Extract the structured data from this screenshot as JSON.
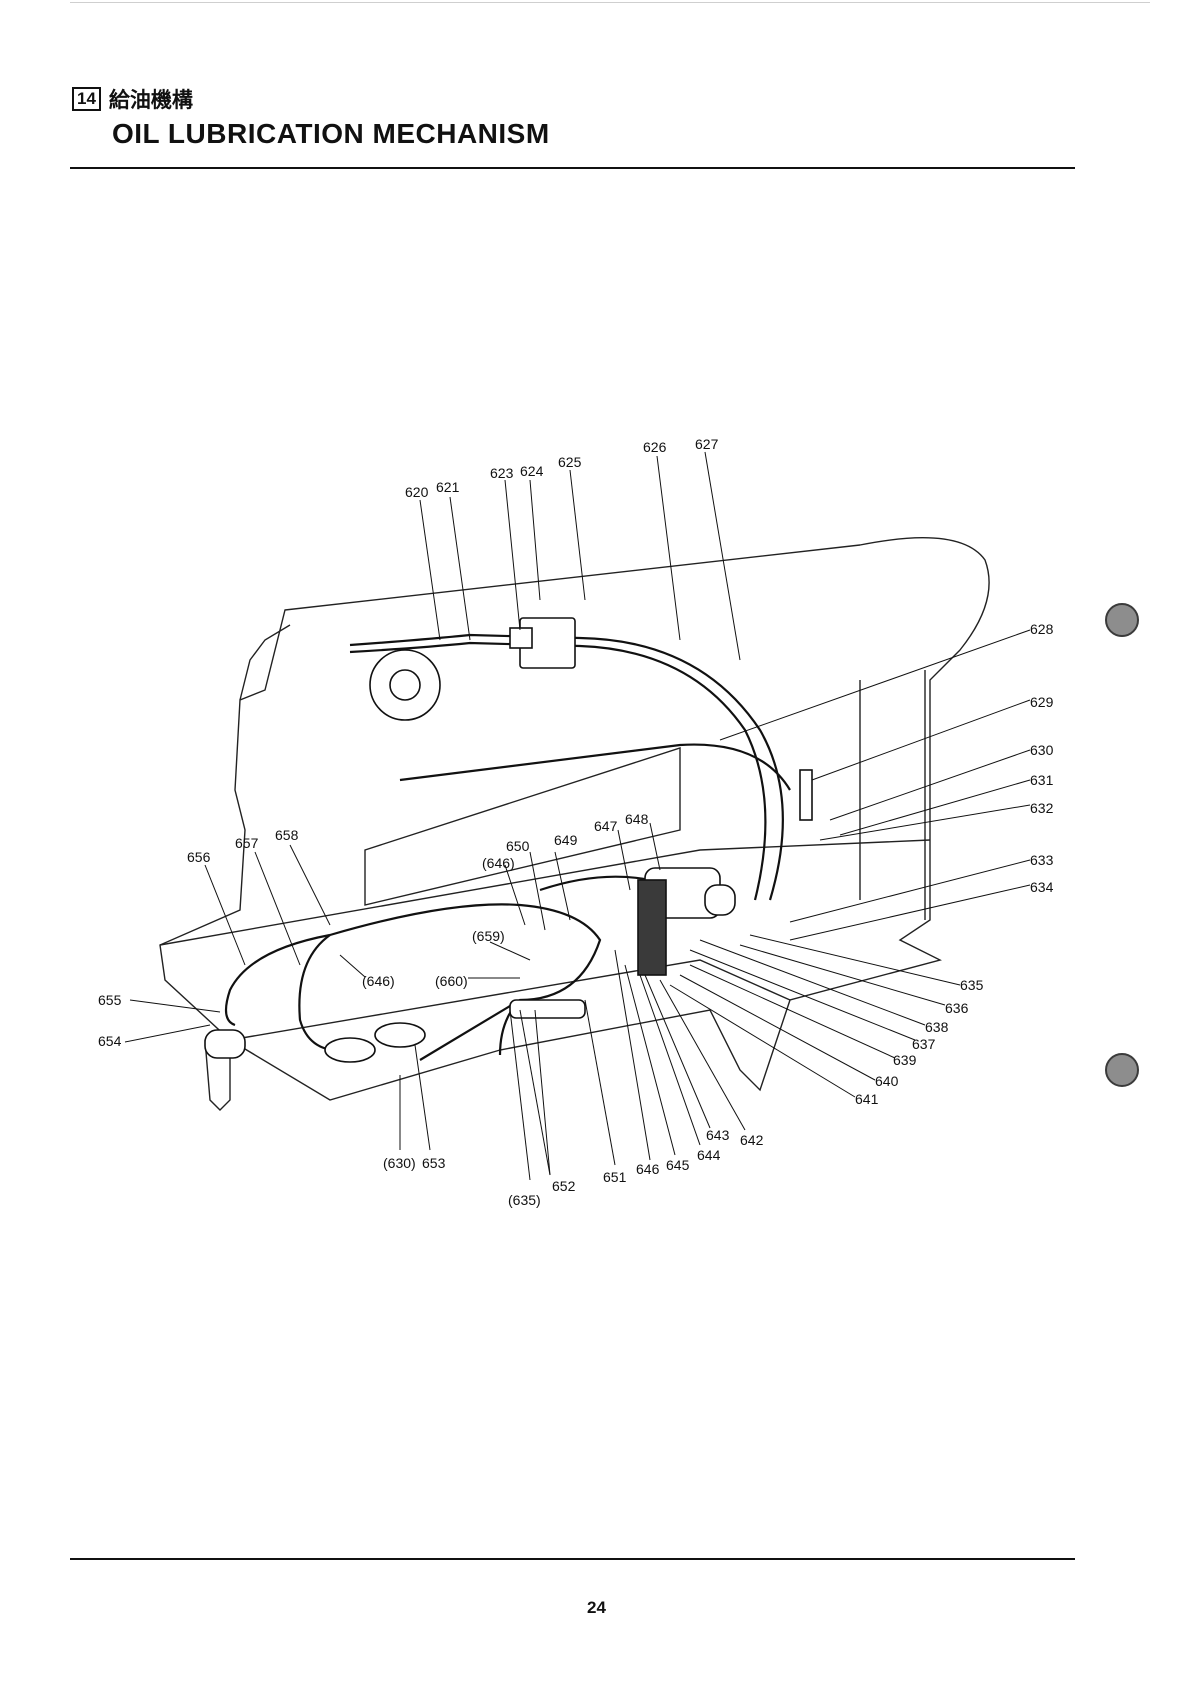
{
  "header": {
    "section_number": "14",
    "title_jp": "給油機構",
    "title_en": "OIL LUBRICATION MECHANISM"
  },
  "page_number": "24",
  "callouts": {
    "c620": "620",
    "c621": "621",
    "c623": "623",
    "c624": "624",
    "c625": "625",
    "c626": "626",
    "c627": "627",
    "c628": "628",
    "c629": "629",
    "c630": "630",
    "c631": "631",
    "c632": "632",
    "c633": "633",
    "c634": "634",
    "c635": "635",
    "c636": "636",
    "c637": "637",
    "c638": "638",
    "c639": "639",
    "c640": "640",
    "c641": "641",
    "c642": "642",
    "c643": "643",
    "c644": "644",
    "c645": "645",
    "c646": "646",
    "c647": "647",
    "c648": "648",
    "c649": "649",
    "c650": "650",
    "c651": "651",
    "c652": "652",
    "c653": "653",
    "c654": "654",
    "c655": "655",
    "c656": "656",
    "c657": "657",
    "c658": "658",
    "p646a": "(646)",
    "p646b": "(646)",
    "p659": "(659)",
    "p660": "(660)",
    "p630": "(630)",
    "p635": "(635)"
  }
}
